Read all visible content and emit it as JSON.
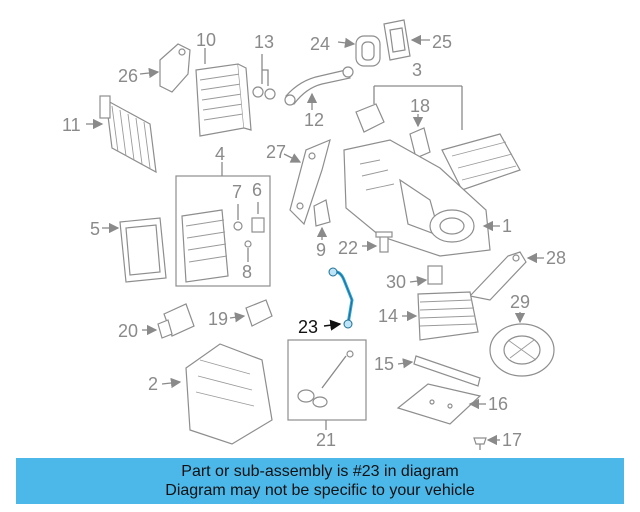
{
  "diagram": {
    "highlight_color": "#2fa3d6",
    "callouts": [
      "1",
      "2",
      "3",
      "4",
      "5",
      "6",
      "7",
      "8",
      "9",
      "10",
      "11",
      "12",
      "13",
      "14",
      "15",
      "16",
      "17",
      "18",
      "19",
      "20",
      "21",
      "22",
      "23",
      "24",
      "25",
      "26",
      "27",
      "28",
      "29",
      "30"
    ],
    "highlighted_part": "23"
  },
  "banner": {
    "line1": "Part or sub-assembly is #23 in diagram",
    "line2": "Diagram may not be specific to your vehicle",
    "background": "#4cb8ea"
  }
}
